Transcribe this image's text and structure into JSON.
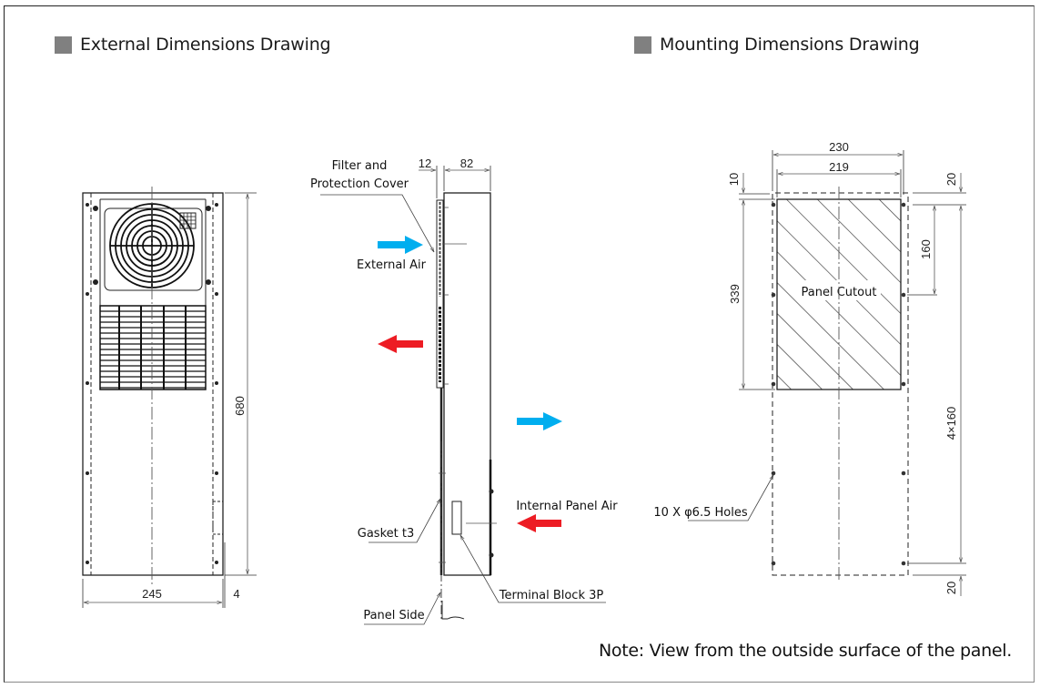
{
  "titles": {
    "external": "External Dimensions Drawing",
    "mounting": "Mounting Dimensions Drawing"
  },
  "front_view": {
    "dim_height": "680",
    "dim_width": "245",
    "dim_offset": "4"
  },
  "side_view": {
    "dim_filter": "12",
    "dim_depth": "82",
    "labels": {
      "filter_line1": "Filter and",
      "filter_line2": "Protection Cover",
      "external_air": "External Air",
      "internal_air": "Internal Panel Air",
      "gasket": "Gasket t3",
      "terminal": "Terminal Block 3P",
      "panel_side": "Panel Side"
    },
    "arrow_colors": {
      "inflow": "#00aeef",
      "outflow": "#ed1c24"
    }
  },
  "mounting_view": {
    "dim_outer_width": "230",
    "dim_cutout_width": "219",
    "dim_top_offset": "10",
    "dim_top_right": "20",
    "dim_cutout_height": "339",
    "dim_hole_pitch": "160",
    "dim_total_pitch": "4×160",
    "dim_bottom": "20",
    "cutout_label": "Panel Cutout",
    "holes_label": "10 X φ6.5 Holes"
  },
  "note": "Note: View from the outside surface of the panel."
}
